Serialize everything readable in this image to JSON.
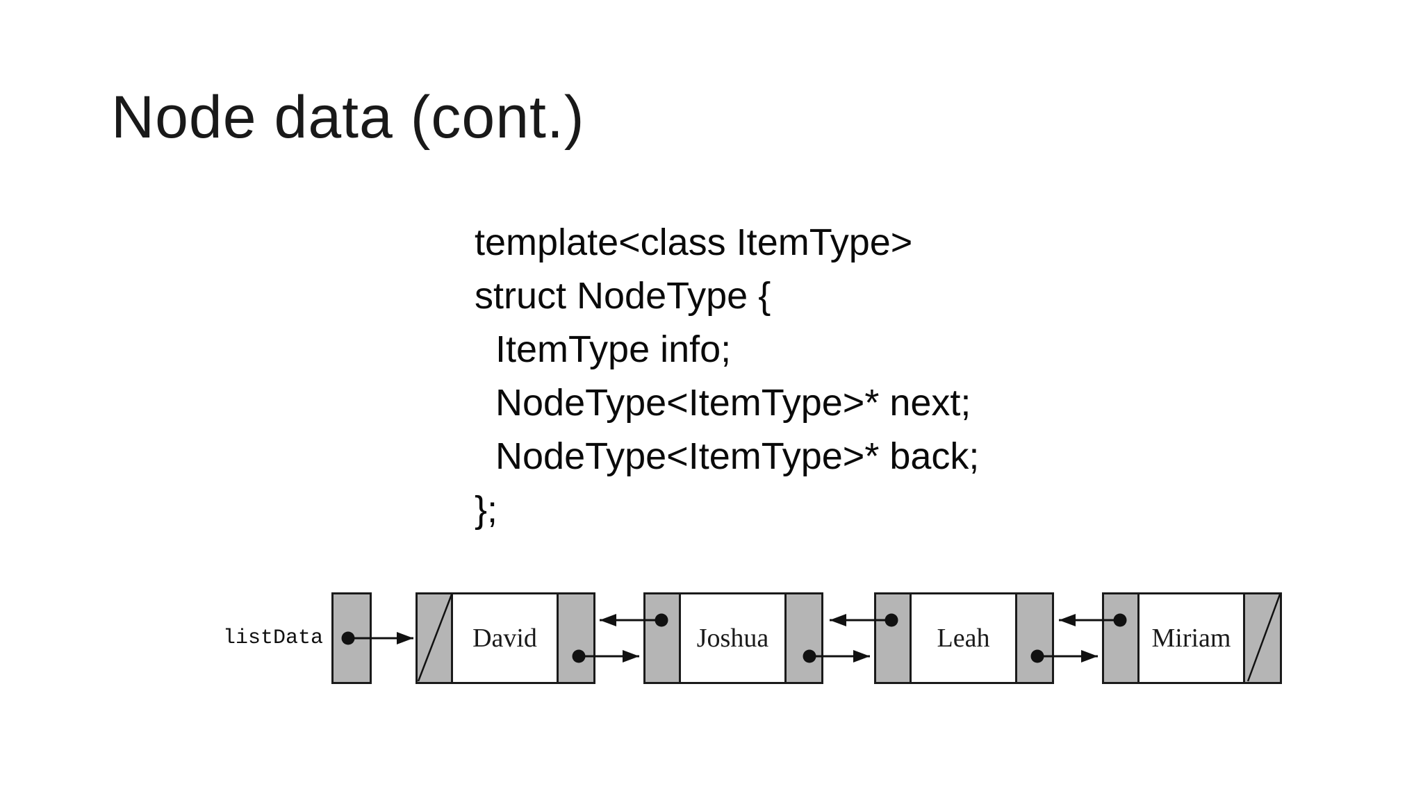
{
  "slide": {
    "title": "Node data (cont.)",
    "code": {
      "lines": [
        "template<class ItemType>",
        "struct NodeType {",
        "  ItemType info;",
        "  NodeType<ItemType>* next;",
        "  NodeType<ItemType>* back;",
        "};"
      ]
    },
    "diagram": {
      "pointer_label": "listData",
      "nodes": [
        {
          "name": "David",
          "back": "null",
          "next": "pointer"
        },
        {
          "name": "Joshua",
          "back": "pointer",
          "next": "pointer"
        },
        {
          "name": "Leah",
          "back": "pointer",
          "next": "pointer"
        },
        {
          "name": "Miriam",
          "back": "pointer",
          "next": "null"
        }
      ],
      "colors": {
        "cell_gray": "#b5b5b5",
        "line_black": "#1a1a1a"
      }
    }
  }
}
